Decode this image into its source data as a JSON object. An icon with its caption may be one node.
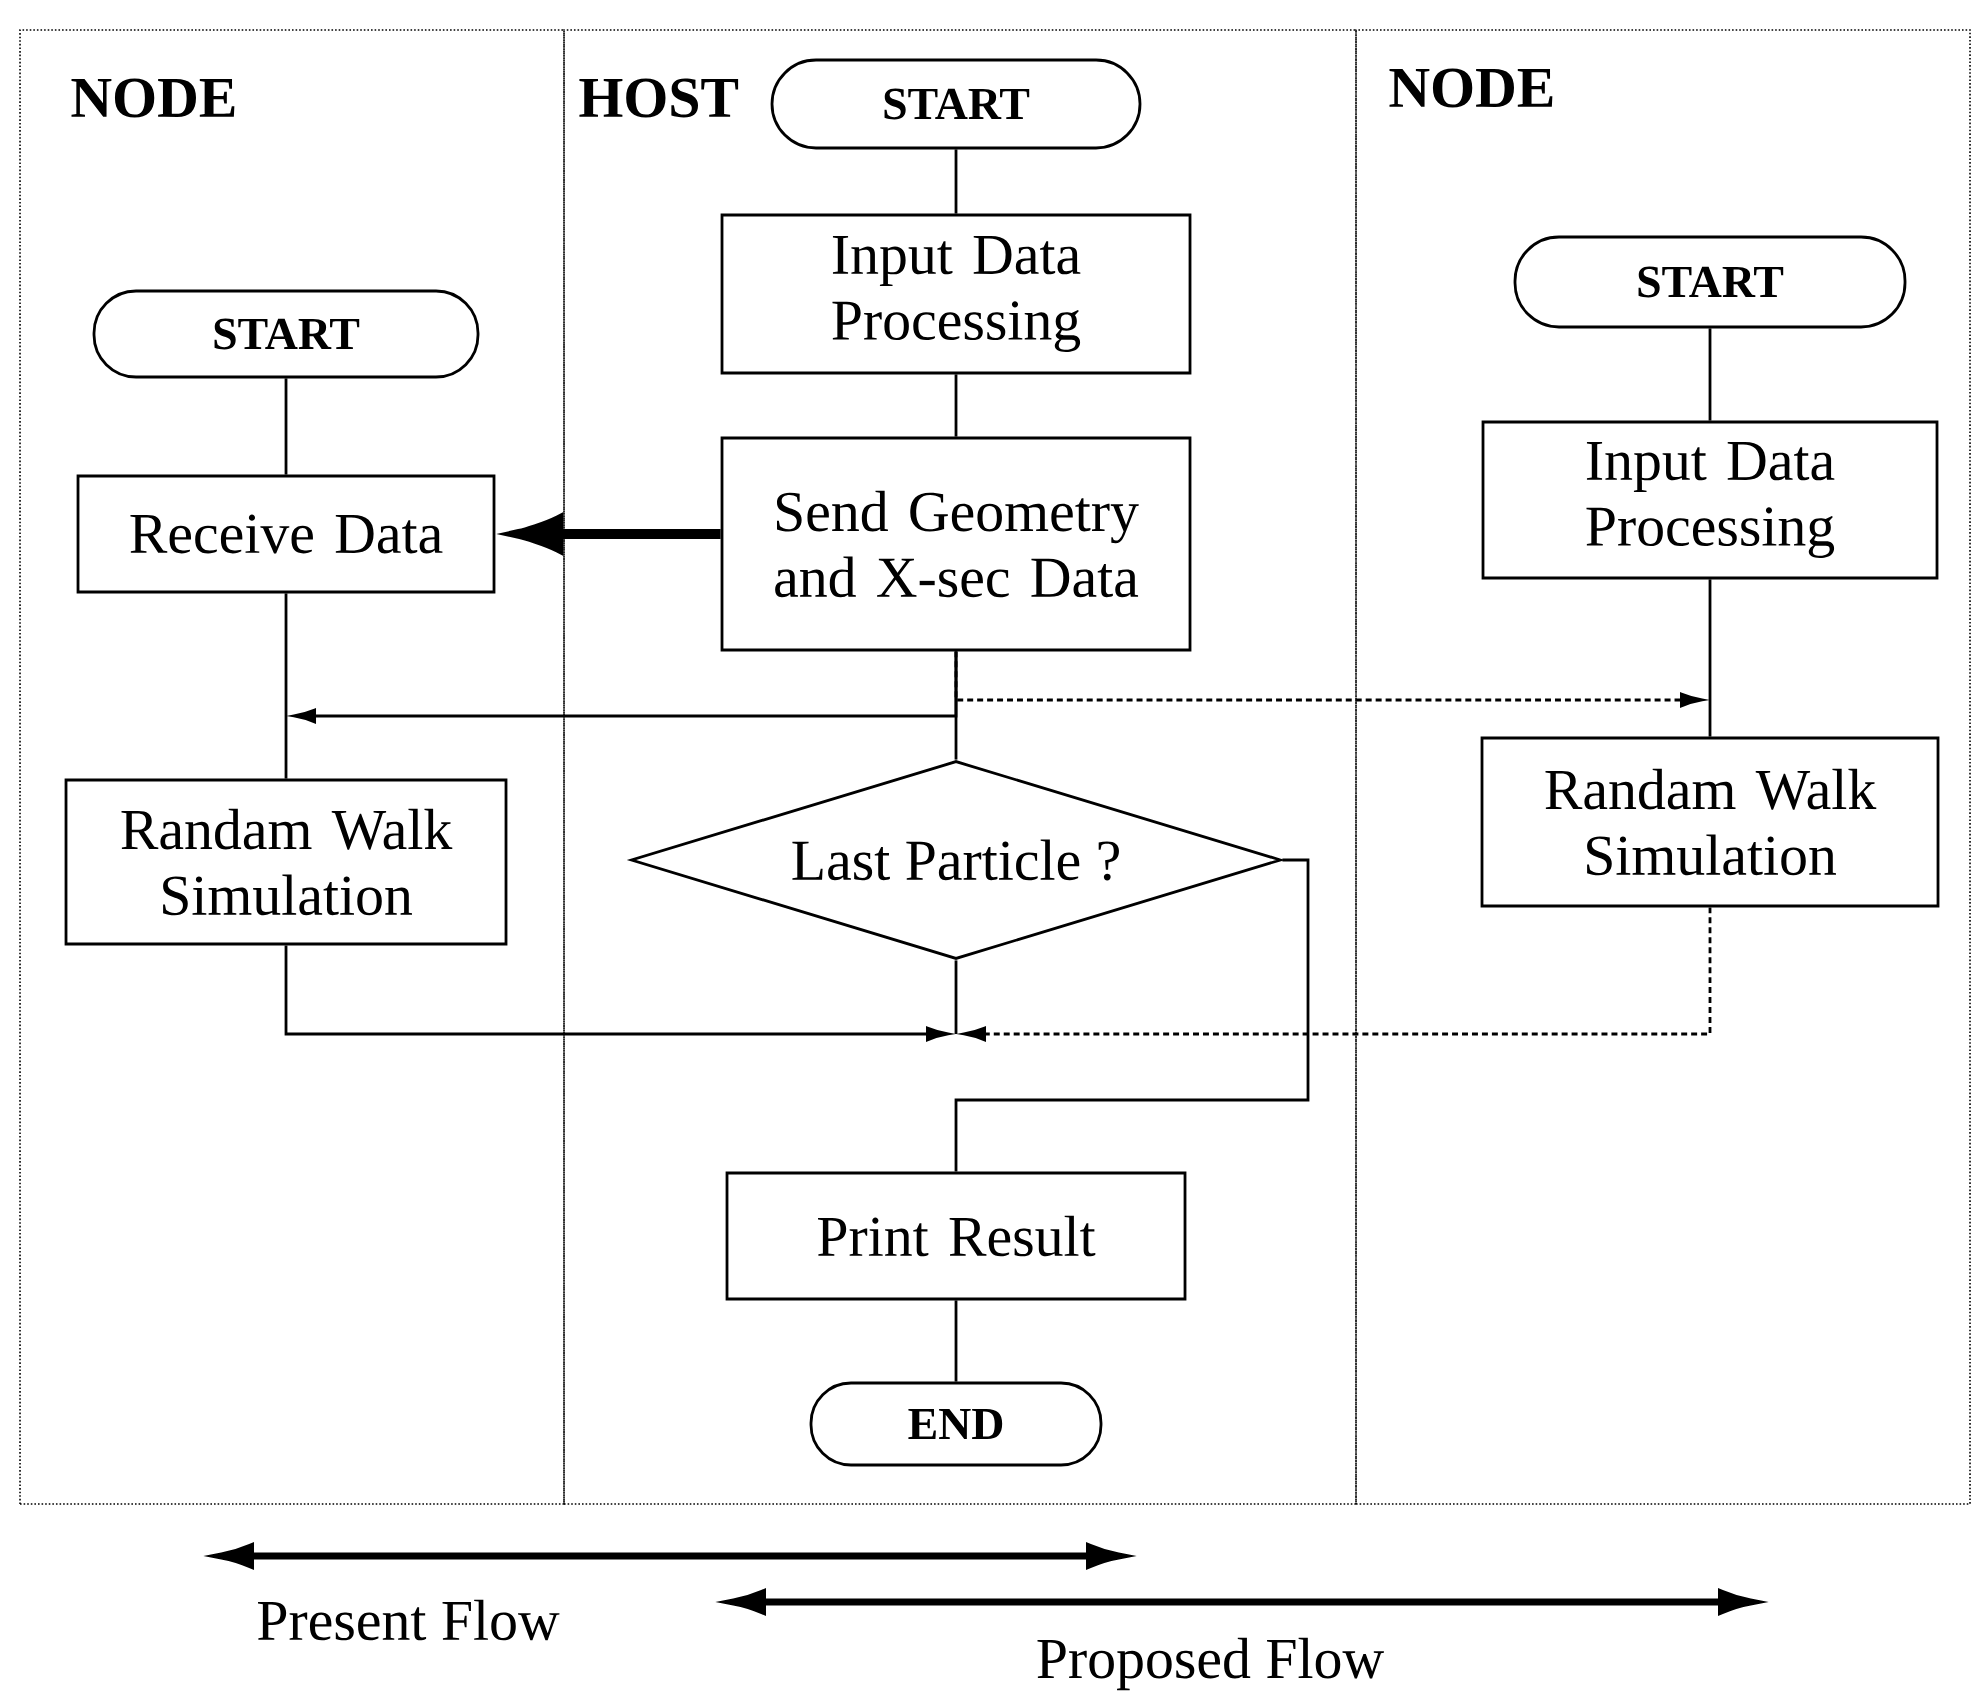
{
  "diagram": {
    "nodes": [
      {
        "text": [
          "NODE"
        ]
      },
      {
        "text": [
          "HOST"
        ]
      },
      {
        "text": [
          "NODE"
        ]
      },
      {
        "text": [
          "START"
        ],
        "in": 1
      },
      {
        "text": [
          "Input Data Processing"
        ],
        "in": 1
      },
      {
        "text": [
          "Send Geometry and X-sec Data"
        ],
        "in": 1
      },
      {
        "text": [
          "Last Particle ?"
        ],
        "in": 1
      },
      {
        "text": [
          "Print Result"
        ],
        "in": 1
      },
      {
        "text": [
          "END"
        ],
        "in": 1
      },
      {
        "text": [
          "START"
        ],
        "in": 0
      },
      {
        "text": [
          "Receive Data"
        ],
        "in": 0
      },
      {
        "text": [
          "Randam Walk Simulation"
        ],
        "in": 0
      },
      {
        "text": [
          "START"
        ],
        "in": 2
      },
      {
        "text": [
          "Input Data Processing"
        ],
        "in": 2
      },
      {
        "text": [
          "Randam Walk Simulation"
        ],
        "in": 2
      }
    ],
    "edges": [
      {
        "from": 3,
        "to": 4,
        "arrow": "none"
      },
      {
        "from": 4,
        "to": 5,
        "arrow": "none"
      },
      {
        "from": 5,
        "to": 6,
        "arrow": "none"
      },
      {
        "from": 5,
        "to": 10,
        "arrow": "to",
        "style": "thick"
      },
      {
        "from": 9,
        "to": 10,
        "arrow": "none"
      },
      {
        "from": 10,
        "to": 11,
        "arrow": "none"
      },
      {
        "from": 5,
        "to": null,
        "arrow": "to"
      },
      {
        "from": 12,
        "to": 13,
        "arrow": "none"
      },
      {
        "from": 13,
        "to": 14,
        "arrow": "none"
      },
      {
        "from": 5,
        "to": null,
        "arrow": "to",
        "style": "dashed"
      },
      {
        "from": 11,
        "to": null,
        "arrow": "to"
      },
      {
        "from": 14,
        "to": null,
        "arrow": "to",
        "style": "dashed"
      },
      {
        "from": 6,
        "to": null,
        "arrow": "none"
      },
      {
        "from": 6,
        "to": 7,
        "arrow": "none"
      },
      {
        "from": 7,
        "to": 8,
        "arrow": "none"
      }
    ],
    "labels": [
      "Present Flow",
      "Proposed Flow"
    ]
  }
}
